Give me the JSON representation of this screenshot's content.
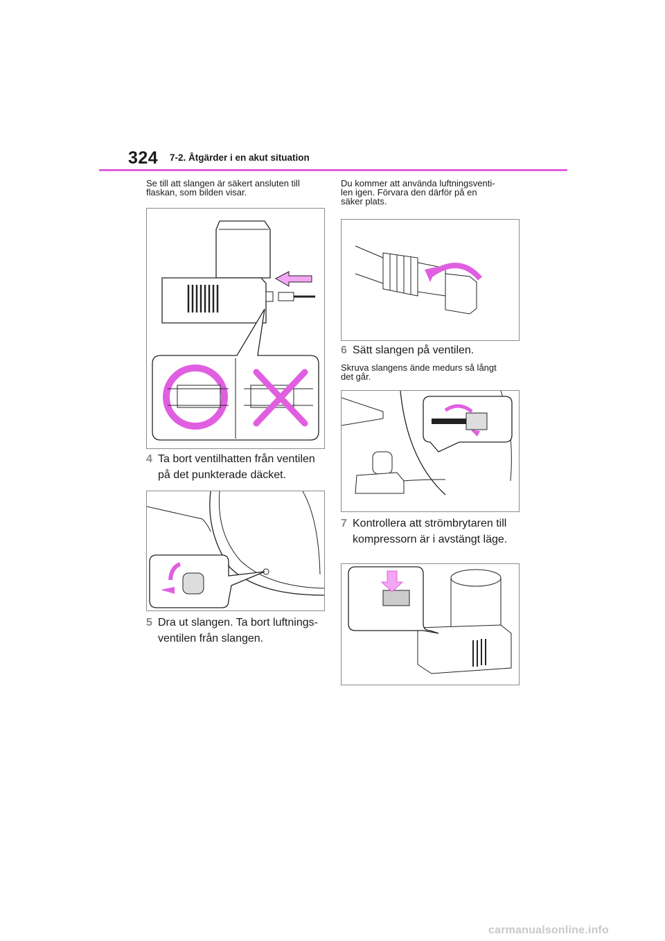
{
  "header": {
    "page_number": "324",
    "section_title": "7-2. Åtgärder i en akut situation",
    "accent_color": "#e05fe0"
  },
  "left_column": {
    "intro": [
      "Se till att slangen är säkert ansluten till",
      "flaskan, som bilden visar."
    ],
    "step4": {
      "number": "4",
      "lines": [
        "Ta bort ventilhatten från ventilen",
        "på det punkterade däcket."
      ]
    },
    "step5": {
      "number": "5",
      "lines": [
        "Dra ut slangen. Ta bort luftnings-",
        "ventilen från slangen."
      ]
    }
  },
  "right_column": {
    "intro": [
      "Du kommer att använda luftningsventi-",
      "len igen. Förvara den därför på en",
      "säker plats."
    ],
    "step6": {
      "number": "6",
      "lines": [
        "Sätt slangen på ventilen."
      ]
    },
    "step6_note": [
      "Skruva slangens ände medurs så långt",
      "det går."
    ],
    "step7": {
      "number": "7",
      "lines": [
        "Kontrollera att strömbrytaren till",
        "kompressorn är i avstängt läge."
      ]
    }
  },
  "watermark": "carmanualsonline.info",
  "figures": {
    "fig1": "hose-connection-illustration",
    "fig2": "valve-cap-removal-illustration",
    "fig3": "valve-core-removal-illustration",
    "fig4": "hose-to-valve-illustration",
    "fig5": "compressor-switch-illustration"
  }
}
